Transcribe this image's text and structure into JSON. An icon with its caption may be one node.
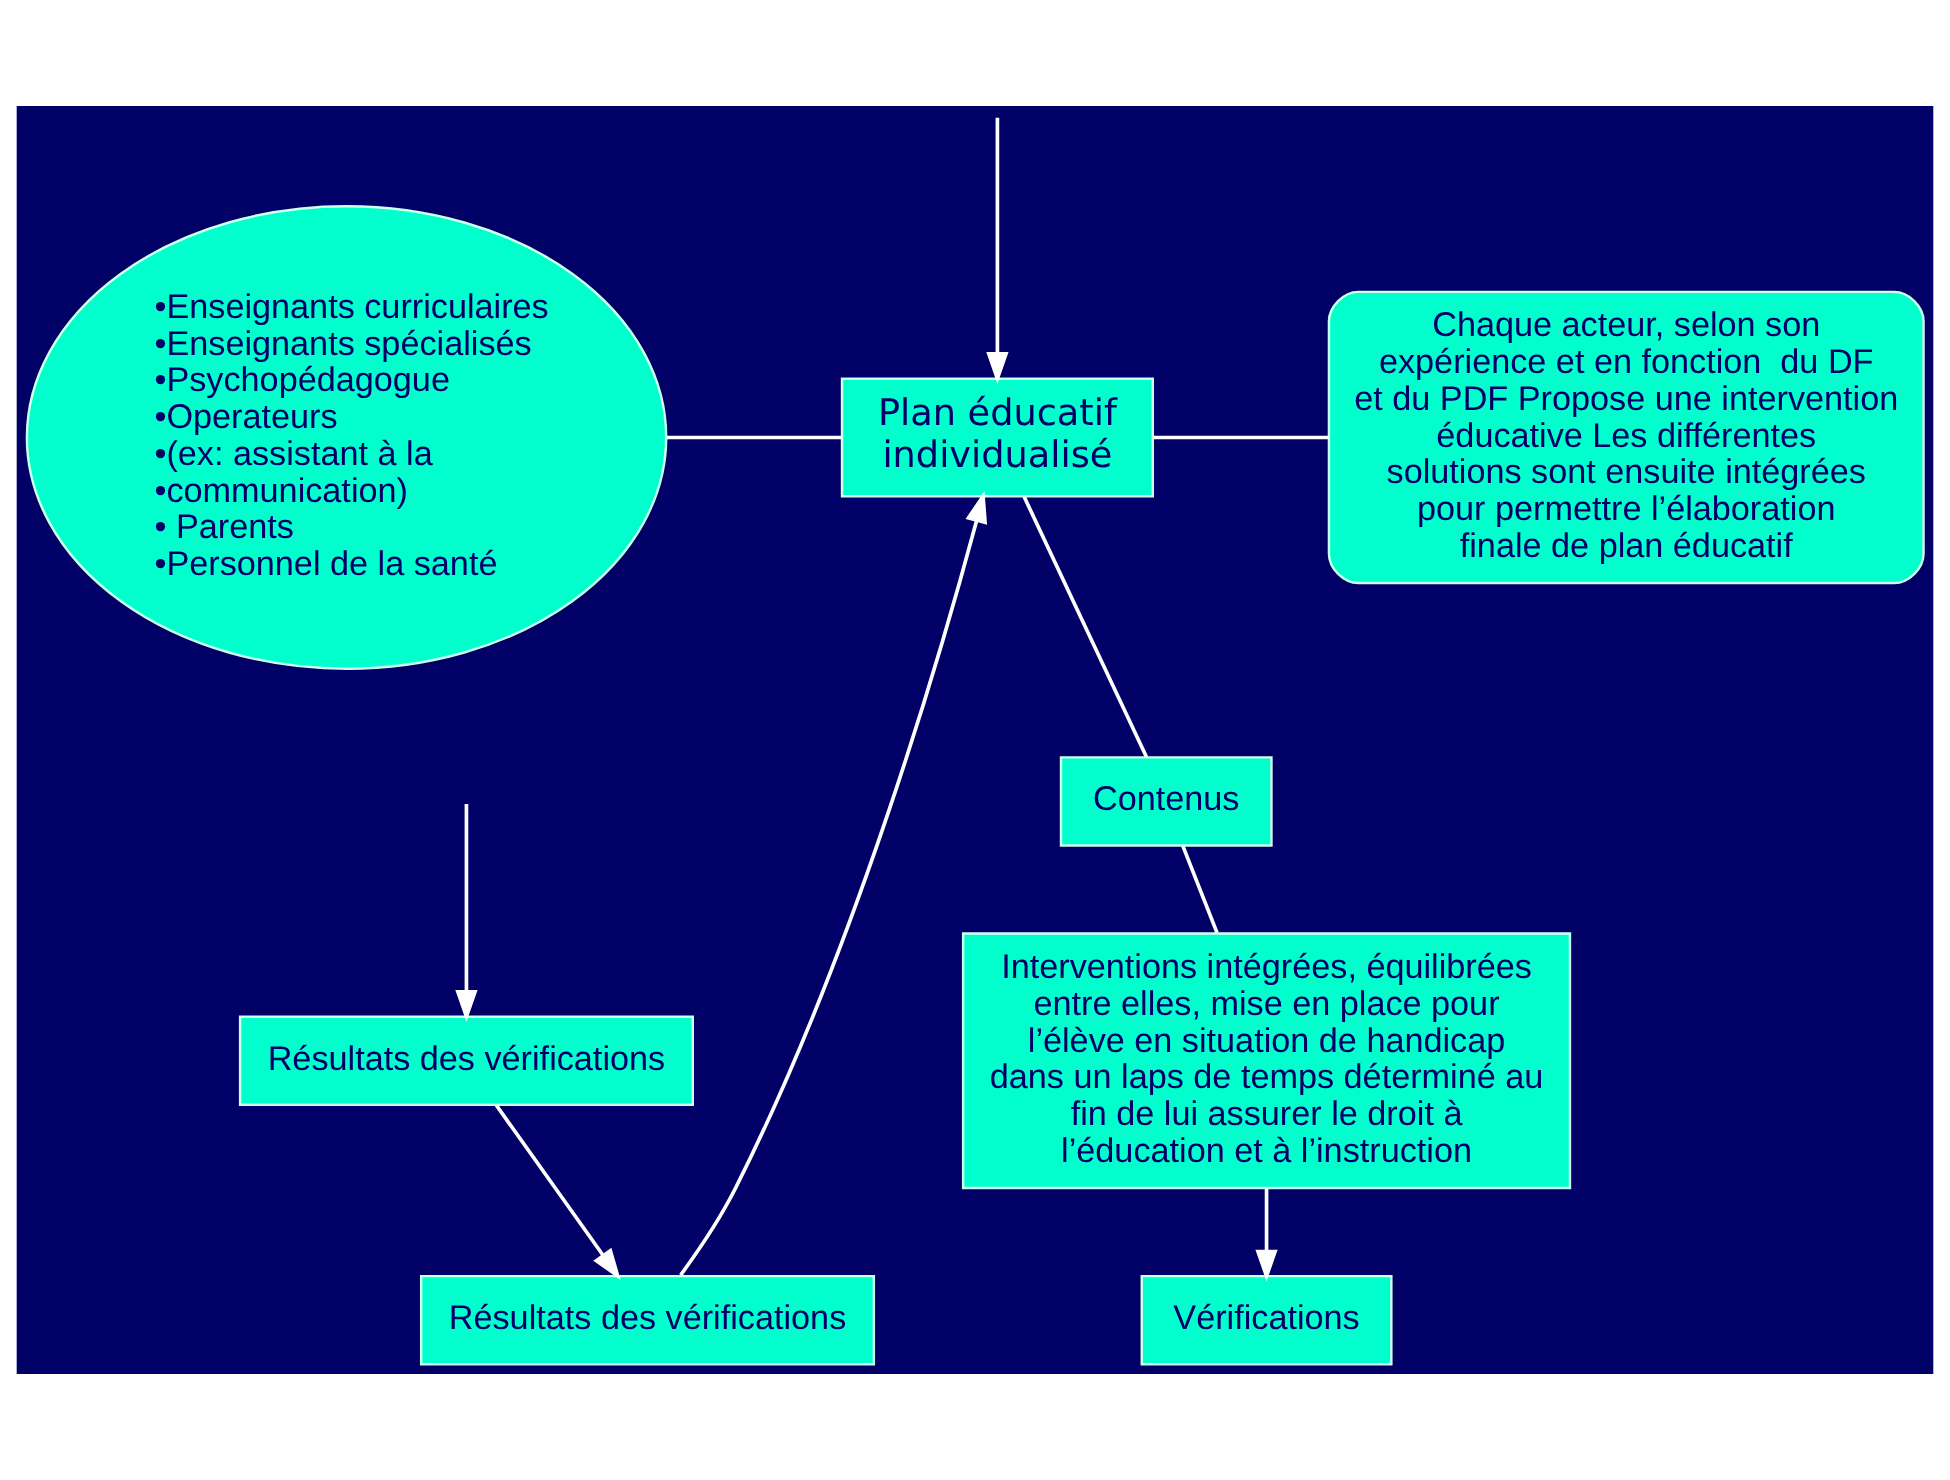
{
  "diagram": {
    "nodes": [
      {
        "text": [
          "•Enseignants curriculaires",
          "•Enseignants spécialisés",
          "•Psychopédagogue",
          "•Operateurs",
          "•(ex: assistant à la",
          "•communication)",
          "• Parents",
          "•Personnel de la santé"
        ]
      },
      {
        "text": [
          "Plan éducatif individualisé"
        ]
      },
      {
        "text": [
          "Contenus"
        ]
      },
      {
        "text": [
          "Chaque acteur, selon son expérience et en fonction  du DF et du PDF Propose une intervention éducative Les différentes solutions sont ensuite intégrées pour permettre l’élaboration finale de plan éducatif"
        ]
      },
      {
        "text": [
          "Résultats des vérifications"
        ]
      },
      {
        "text": [
          "Interventions intégrées, équilibrées entre elles, mise en place pour l’élève en situation de handicap dans un laps de temps déterminé au fin de lui assurer le droit à  l’éducation et à l’instruction"
        ]
      },
      {
        "text": [
          "Vérifications"
        ]
      },
      {
        "text": [
          "Résultats des vérifications"
        ]
      }
    ],
    "edges": [
      {
        "from": null,
        "to": 1,
        "arrow": "to"
      },
      {
        "from": 0,
        "to": 1,
        "arrow": "none"
      },
      {
        "from": 1,
        "to": 3,
        "arrow": "none"
      },
      {
        "from": 4,
        "to": 1,
        "arrow": "to"
      },
      {
        "from": 1,
        "to": 2,
        "arrow": "none"
      },
      {
        "from": 2,
        "to": 5,
        "arrow": "none"
      },
      {
        "from": 5,
        "to": 6,
        "arrow": "to"
      },
      {
        "from": null,
        "to": 7,
        "arrow": "to"
      },
      {
        "from": 7,
        "to": 4,
        "arrow": "to"
      }
    ]
  }
}
